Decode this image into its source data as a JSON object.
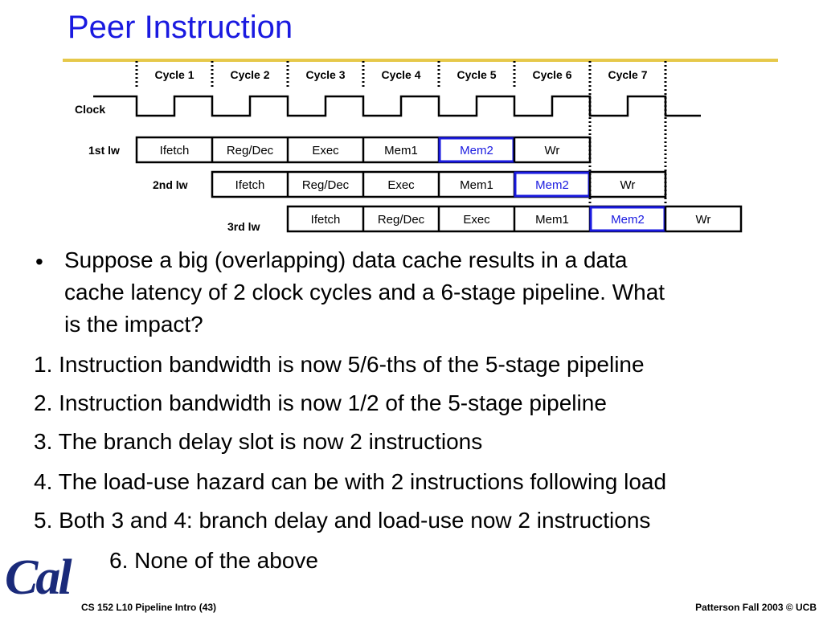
{
  "title": "Peer Instruction",
  "cycles": [
    "Cycle 1",
    "Cycle 2",
    "Cycle 3",
    "Cycle 4",
    "Cycle 5",
    "Cycle 6",
    "Cycle 7"
  ],
  "clock_label": "Clock",
  "instructions": [
    {
      "label": "1st lw",
      "stages": [
        "Ifetch",
        "Reg/Dec",
        "Exec",
        "Mem1",
        "Mem2",
        "Wr"
      ],
      "highlight": "Mem2"
    },
    {
      "label": "2nd lw",
      "stages": [
        "Ifetch",
        "Reg/Dec",
        "Exec",
        "Mem1",
        "Mem2",
        "Wr"
      ],
      "highlight": "Mem2"
    },
    {
      "label": "3rd lw",
      "stages": [
        "Ifetch",
        "Reg/Dec",
        "Exec",
        "Mem1",
        "Mem2",
        "Wr"
      ],
      "highlight": "Mem2"
    }
  ],
  "colors": {
    "title": "#1a1ae0",
    "highlight": "#1a1ae0",
    "rule": "#e6c84a",
    "logo": "#1a2a7a"
  },
  "question": {
    "bullet": "•",
    "line1": "Suppose a big (overlapping) data cache results in a data",
    "line2": "cache latency of 2 clock cycles and a 6-stage pipeline. What",
    "line3": "is the impact?"
  },
  "options": [
    "1. Instruction bandwidth is now 5/6-ths of the 5-stage pipeline",
    "2. Instruction bandwidth is now 1/2 of the 5-stage pipeline",
    "3. The branch delay slot is now 2 instructions",
    "4. The load-use hazard can be with 2 instructions following load",
    "5. Both 3 and 4: branch delay and load-use now 2 instructions",
    "6. None of the above"
  ],
  "footer": {
    "left": "CS 152 L10 Pipeline Intro (43)",
    "right": "Patterson Fall 2003 © UCB"
  },
  "logo": {
    "text": "Cal",
    "icon": "cal-logo-icon"
  }
}
